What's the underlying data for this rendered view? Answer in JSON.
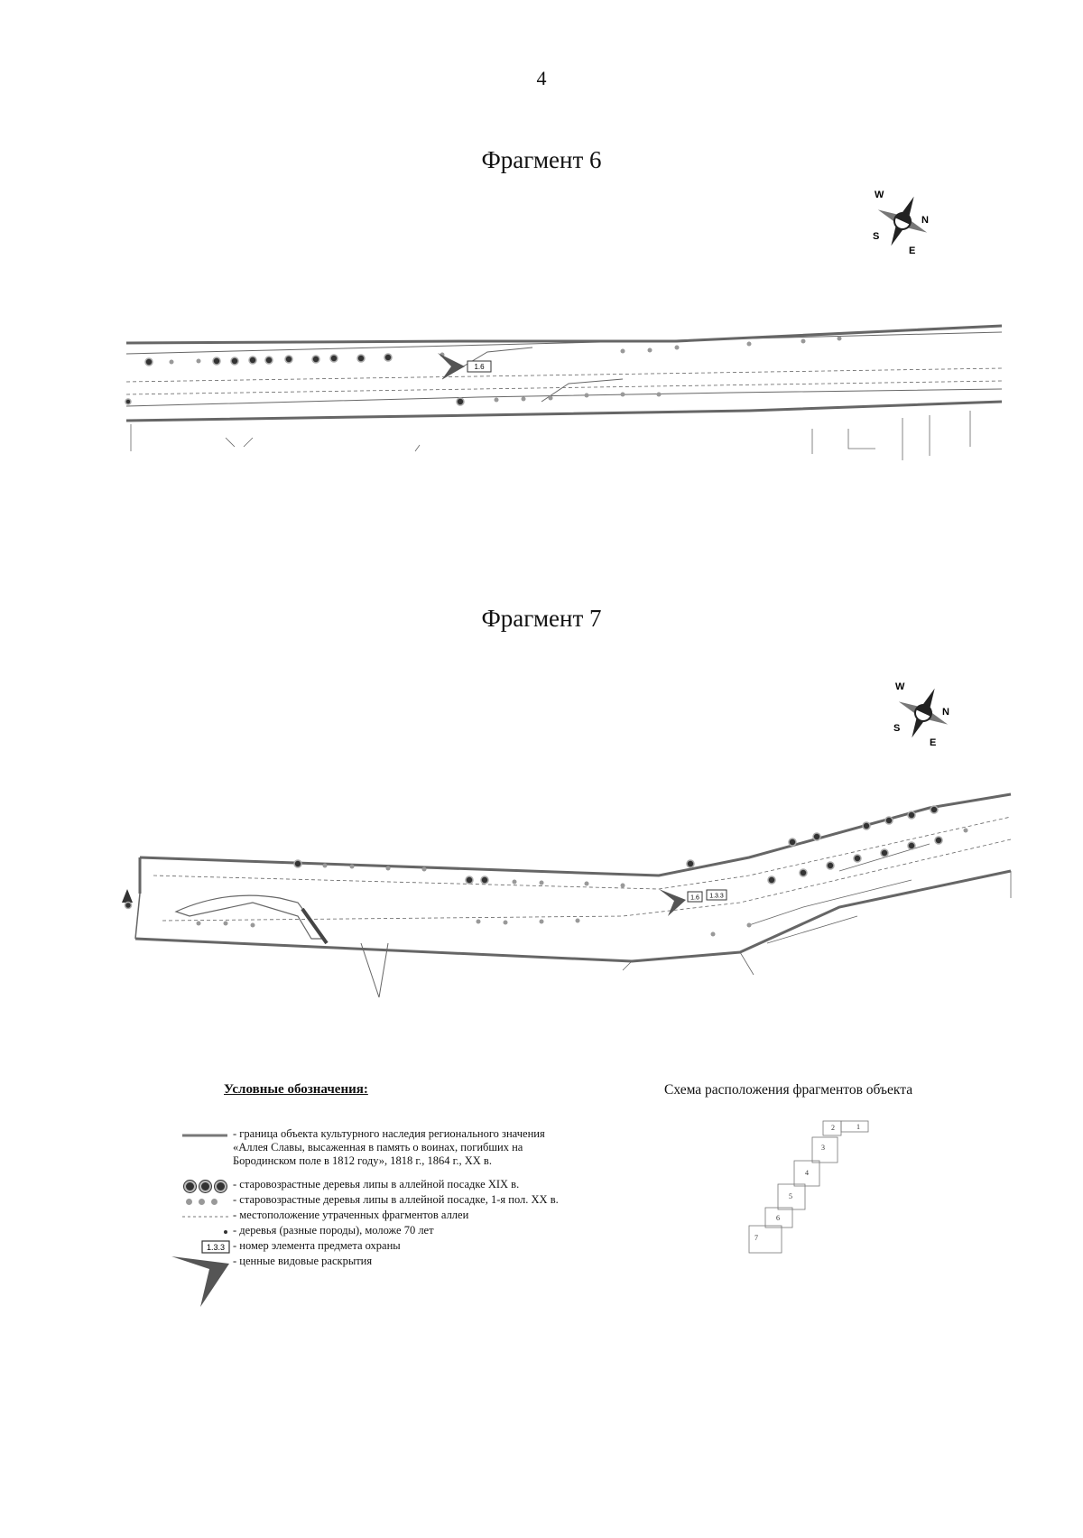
{
  "page": {
    "number": "4"
  },
  "fragment6": {
    "title": "Фрагмент 6",
    "marker_label": "1.6"
  },
  "fragment7": {
    "title": "Фрагмент 7",
    "marker_labels": [
      "1.6",
      "1.3.3"
    ]
  },
  "compass": {
    "letters": [
      "W",
      "N",
      "S",
      "E"
    ]
  },
  "legend": {
    "title": "Условные обозначения:",
    "items": [
      {
        "symbol": "boundary-line",
        "lines": [
          "- граница объекта культурного наследия регионального значения",
          "«Аллея Славы, высаженная в память о воинах, погибших на",
          "Бородинском поле в 1812 году», 1818 г., 1864 г., XX в."
        ]
      },
      {
        "symbol": "old-linden-19c",
        "lines": [
          "- старовозрастные деревья липы  в аллейной посадке XIX в."
        ]
      },
      {
        "symbol": "old-linden-20c",
        "lines": [
          "- старовозрастные деревья липы в аллейной посадке, 1-я пол. XX в."
        ]
      },
      {
        "symbol": "lost-fragment-line",
        "lines": [
          "- местоположение утраченных фрагментов аллеи"
        ]
      },
      {
        "symbol": "young-tree",
        "lines": [
          "- деревья (разные породы), моложе 70 лет"
        ]
      },
      {
        "symbol": "element-number",
        "box_label": "1.3.3",
        "lines": [
          "- номер элемента предмета охраны"
        ]
      },
      {
        "symbol": "view-arrow",
        "lines": [
          "- ценные видовые раскрытия"
        ]
      }
    ]
  },
  "scheme": {
    "title": "Схема расположения фрагментов объекта",
    "labels": [
      "1",
      "2",
      "3",
      "4",
      "5",
      "6",
      "7"
    ]
  }
}
